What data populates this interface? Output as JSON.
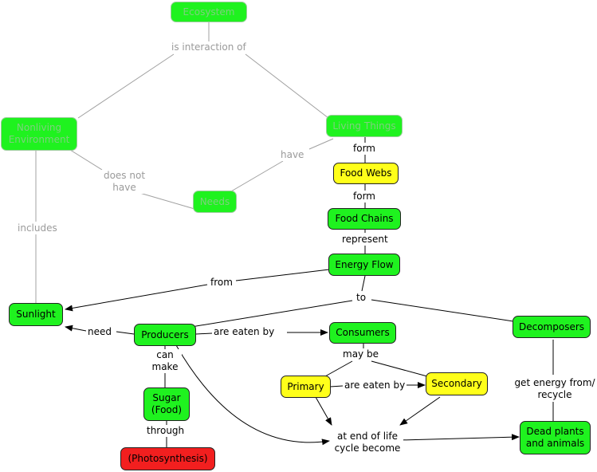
{
  "colors": {
    "green": "#1ff21f",
    "yellow": "#ffff1a",
    "red": "#f21f1f",
    "line": "#000000",
    "faded_line": "#a0a0a0"
  },
  "nodes": {
    "ecosystem": "Ecosystem",
    "nonliving": "Nonliving Environment",
    "living": "Living Things",
    "needs": "Needs",
    "food_webs": "Food Webs",
    "food_chains": "Food Chains",
    "energy_flow": "Energy Flow",
    "sunlight": "Sunlight",
    "producers": "Producers",
    "consumers": "Consumers",
    "decomposers": "Decomposers",
    "sugar": "Sugar (Food)",
    "photosynthesis": "(Photosynthesis)",
    "primary": "Primary",
    "secondary": "Secondary",
    "dead": "Dead plants and animals"
  },
  "links": {
    "is_interaction_of": "is interaction of",
    "have": "have",
    "does_not_have": "does not have",
    "includes": "includes",
    "form1": "form",
    "form2": "form",
    "represent": "represent",
    "from": "from",
    "to": "to",
    "need": "need",
    "are_eaten_by1": "are eaten by",
    "can_make": "can make",
    "through": "through",
    "may_be": "may be",
    "are_eaten_by2": "are eaten by",
    "get_energy": "get energy from/ recycle",
    "end_of_life": "at end of life cycle become"
  }
}
